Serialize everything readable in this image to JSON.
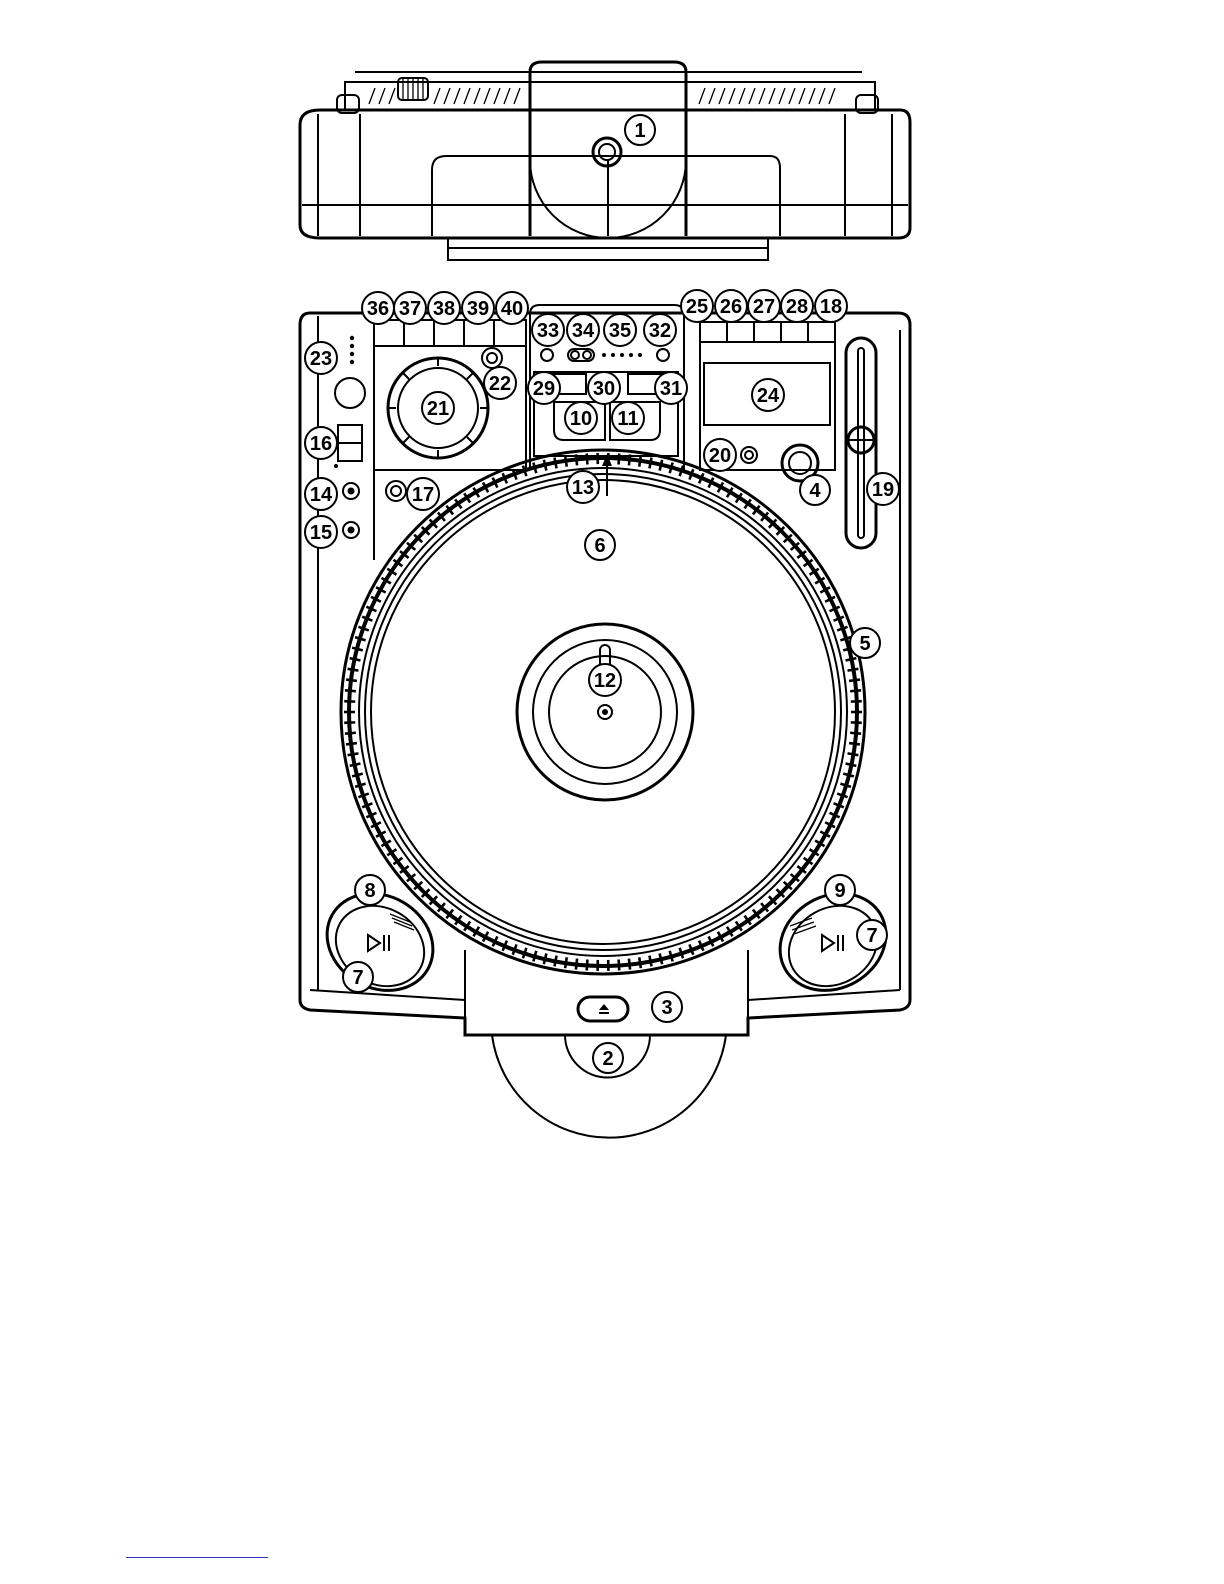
{
  "colors": {
    "line": "#000000",
    "background": "#ffffff",
    "footnote_rule": "#3030c0"
  },
  "callouts": [
    {
      "label": "1"
    },
    {
      "label": "2"
    },
    {
      "label": "3"
    },
    {
      "label": "4"
    },
    {
      "label": "5"
    },
    {
      "label": "6"
    },
    {
      "label": "7"
    },
    {
      "label": "7"
    },
    {
      "label": "8"
    },
    {
      "label": "9"
    },
    {
      "label": "10"
    },
    {
      "label": "11"
    },
    {
      "label": "12"
    },
    {
      "label": "13"
    },
    {
      "label": "14"
    },
    {
      "label": "15"
    },
    {
      "label": "16"
    },
    {
      "label": "17"
    },
    {
      "label": "18"
    },
    {
      "label": "19"
    },
    {
      "label": "20"
    },
    {
      "label": "21"
    },
    {
      "label": "22"
    },
    {
      "label": "23"
    },
    {
      "label": "24"
    },
    {
      "label": "25"
    },
    {
      "label": "26"
    },
    {
      "label": "27"
    },
    {
      "label": "28"
    },
    {
      "label": "29"
    },
    {
      "label": "30"
    },
    {
      "label": "31"
    },
    {
      "label": "32"
    },
    {
      "label": "33"
    },
    {
      "label": "34"
    },
    {
      "label": "35"
    },
    {
      "label": "36"
    },
    {
      "label": "37"
    },
    {
      "label": "38"
    },
    {
      "label": "39"
    },
    {
      "label": "40"
    }
  ]
}
